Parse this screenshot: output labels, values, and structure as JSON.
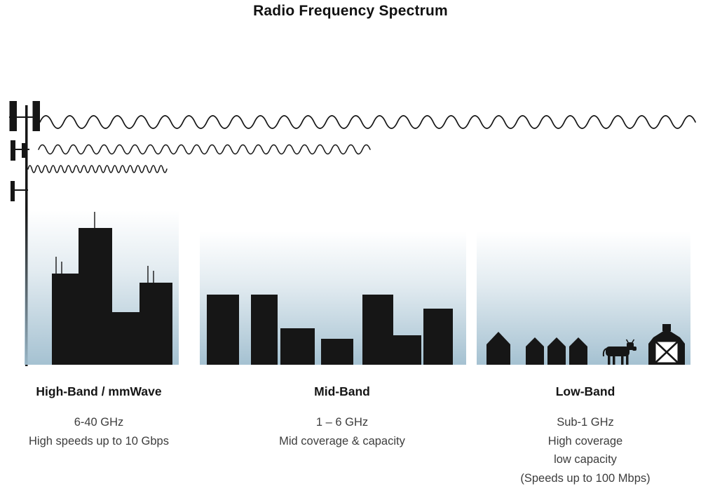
{
  "title": "Radio Frequency Spectrum",
  "bands": [
    {
      "id": "high-band",
      "label": "High-Band / mmWave",
      "frequency": "6-40 GHz",
      "description_lines": [
        "High speeds up to 10 Gbps"
      ]
    },
    {
      "id": "mid-band",
      "label": "Mid-Band",
      "frequency": "1 – 6 GHz",
      "description_lines": [
        "Mid coverage & capacity"
      ]
    },
    {
      "id": "low-band",
      "label": "Low-Band",
      "frequency": "Sub-1 GHz",
      "description_lines": [
        "High coverage",
        "low capacity",
        "(Speeds up to 100 Mbps)"
      ]
    }
  ],
  "icons": {
    "tower": "cell-tower-icon",
    "high_band_scene": "city-skyline-icon",
    "mid_band_scene": "midrise-buildings-icon",
    "low_band_scene": "rural-houses-icon",
    "cow": "cow-icon",
    "barn": "barn-icon"
  },
  "colors": {
    "silhouette": "#161616",
    "gradient_bottom": "#a0becf",
    "text": "#3d3d3d"
  }
}
